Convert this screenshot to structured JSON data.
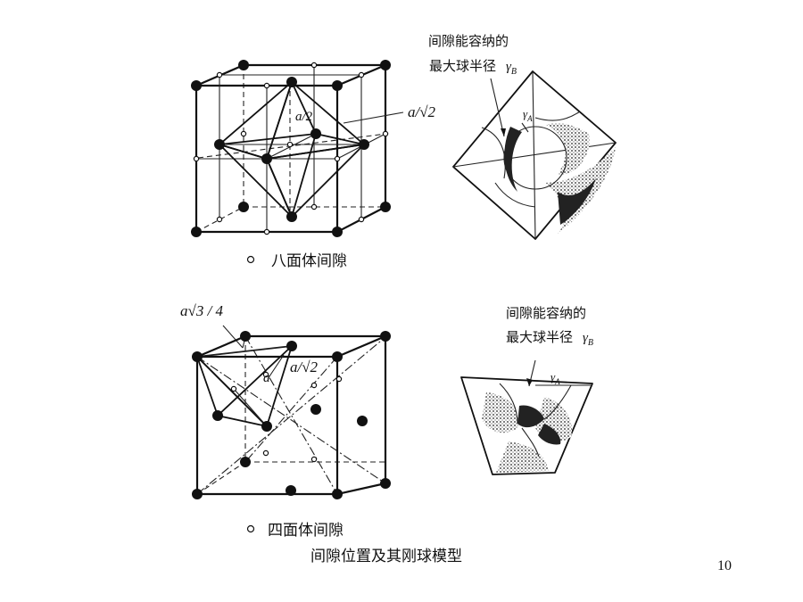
{
  "octahedral": {
    "label_top_line1": "间隙能容纳的",
    "label_top_line2": "最大球半径",
    "gamma_b": "γ",
    "gamma_b_sub": "B",
    "gamma_a": "γ",
    "gamma_a_sub": "A",
    "edge_label": "a/√2",
    "half_label": "a/2",
    "legend": "八面体间隙"
  },
  "tetrahedral": {
    "top_label": "a√3 / 4",
    "label_top_line1": "间隙能容纳的",
    "label_top_line2": "最大球半径",
    "gamma_b": "γ",
    "gamma_b_sub": "B",
    "gamma_a": "γ",
    "gamma_a_sub": "A",
    "edge_label": "a/√2",
    "a_label": "a",
    "legend": "四面体间隙"
  },
  "caption": "间隙位置及其刚球模型",
  "page_number": "10",
  "colors": {
    "ink": "#111111",
    "background": "#ffffff"
  }
}
